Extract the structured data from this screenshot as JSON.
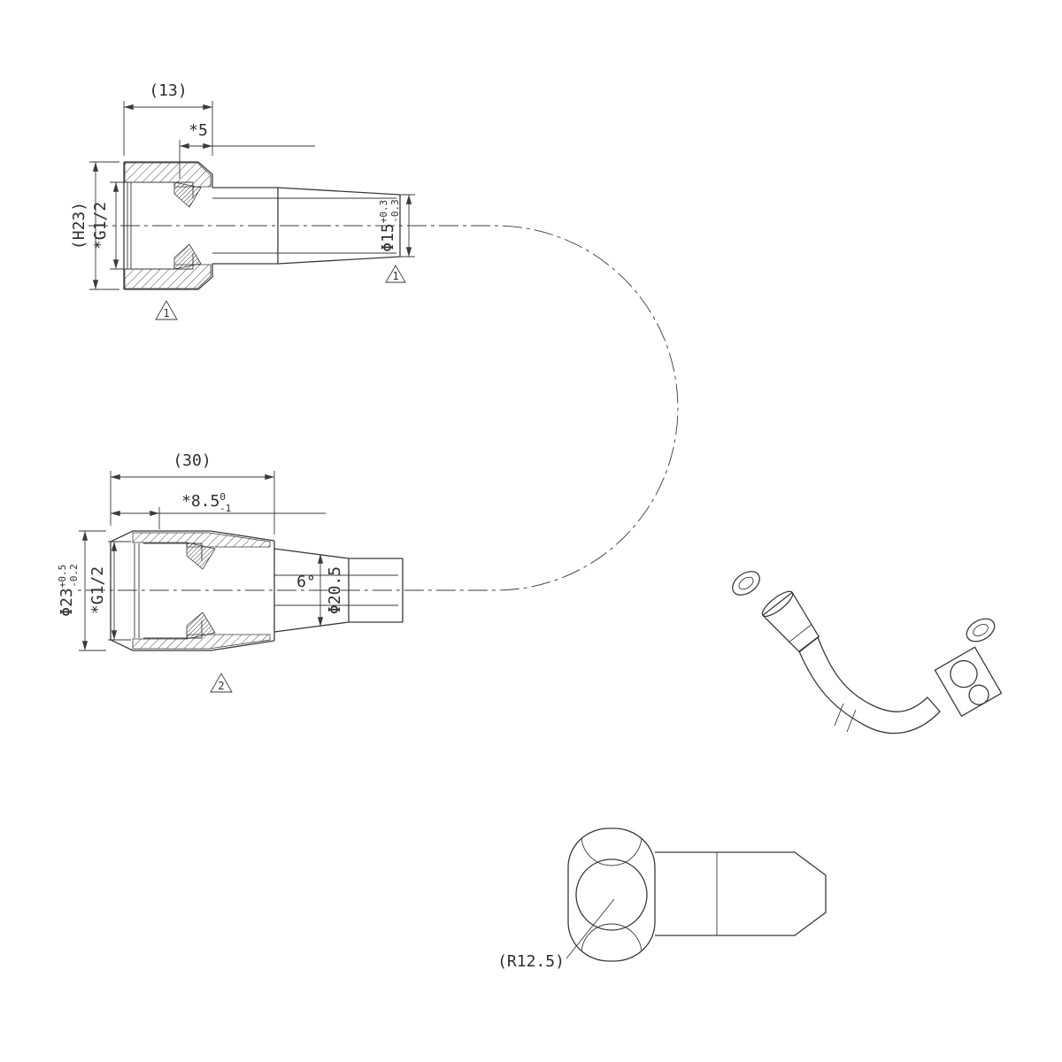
{
  "colors": {
    "line": "#3a3a3a",
    "background": "#ffffff"
  },
  "top": {
    "width": "(13)",
    "depth": "*5",
    "height": "(H23)",
    "thread": "*G1/2",
    "dia": "Φ15",
    "dia_up": "+0.3",
    "dia_dn": "-0.3",
    "flag_body": "1",
    "flag_tube": "1"
  },
  "mid": {
    "width": "(30)",
    "depth": "*8.5",
    "depth_up": "0",
    "depth_dn": "-1",
    "dia": "Φ23",
    "dia_up": "+0.5",
    "dia_dn": "-0.2",
    "thread": "*G1/2",
    "angle": "6°",
    "cone_dia": "Φ20.5",
    "flag_body": "2"
  },
  "elbow": {
    "radius": "(R12.5)"
  }
}
